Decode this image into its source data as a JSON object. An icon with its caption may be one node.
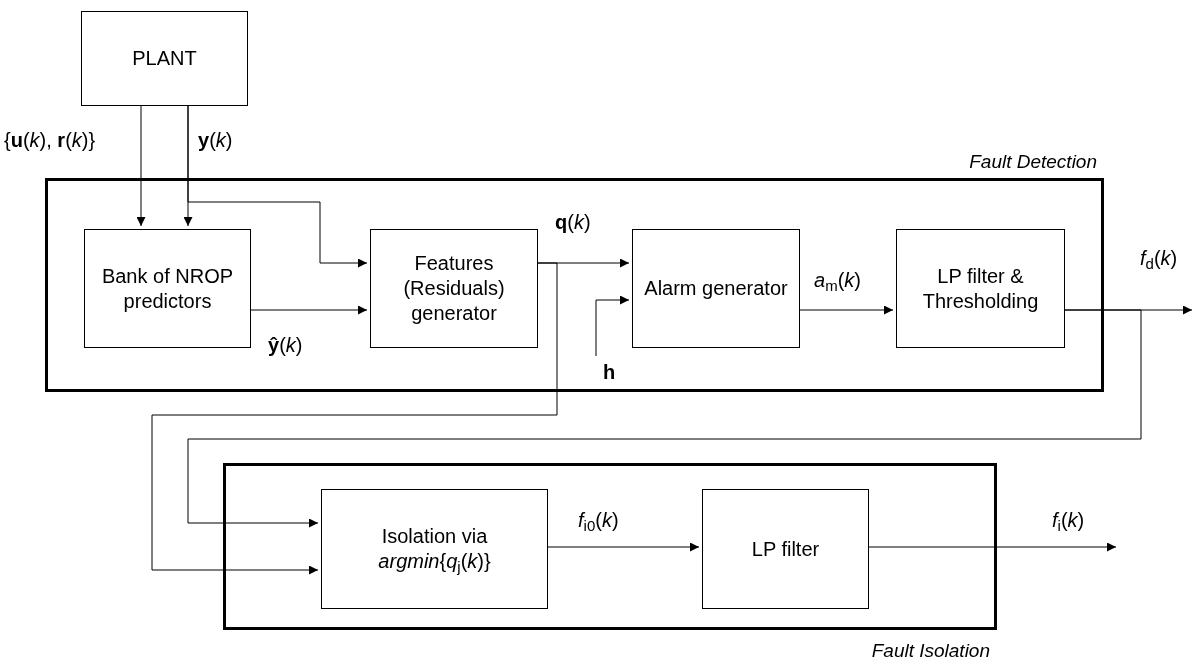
{
  "diagram": {
    "nodes": [
      {
        "text": [
          "PLANT"
        ]
      },
      {
        "text": [
          "Fault Detection"
        ]
      },
      {
        "text": [
          "Bank of NROP predictors"
        ],
        "in": 1
      },
      {
        "text": [
          "Features (Residuals) generator"
        ],
        "in": 1
      },
      {
        "text": [
          "Alarm generator"
        ],
        "in": 1
      },
      {
        "text": [
          "LP filter & Thresholding"
        ],
        "in": 1
      },
      {
        "text": [
          "Fault Isolation"
        ]
      },
      {
        "text": [
          "Isolation via *argmin*{*q*$_{j}$(*k*)}"
        ],
        "in": 6
      },
      {
        "text": [
          "LP filter"
        ],
        "in": 6
      },
      {
        "text": [
          "h"
        ],
        "in": 1
      }
    ],
    "edges": [
      {
        "from": 0,
        "to": 2,
        "arrow": "to",
        "label": "{**u**(*k*), **r**(*k*)}"
      },
      {
        "from": 0,
        "to": 2,
        "arrow": "to",
        "label": "**y**(*k*)"
      },
      {
        "from": 0,
        "to": 3,
        "arrow": "to"
      },
      {
        "from": 2,
        "to": 3,
        "arrow": "to",
        "label": "**ŷ**(*k*)"
      },
      {
        "from": 3,
        "to": 4,
        "arrow": "to",
        "label": "**q**(*k*)"
      },
      {
        "from": 3,
        "to": 7,
        "arrow": "to"
      },
      {
        "from": 9,
        "to": 4,
        "arrow": "to"
      },
      {
        "from": 4,
        "to": 5,
        "arrow": "to",
        "label": "*a*$_{m}$(*k*)"
      },
      {
        "from": 5,
        "to": null,
        "arrow": "to",
        "label": "*f*$_{d}$(*k*)"
      },
      {
        "from": 5,
        "to": 7,
        "arrow": "to"
      },
      {
        "from": 7,
        "to": 8,
        "arrow": "to",
        "label": "*f*$_{i0}$(*k*)"
      },
      {
        "from": 8,
        "to": null,
        "arrow": "to",
        "label": "*f*$_{i}$(*k*)"
      }
    ]
  }
}
